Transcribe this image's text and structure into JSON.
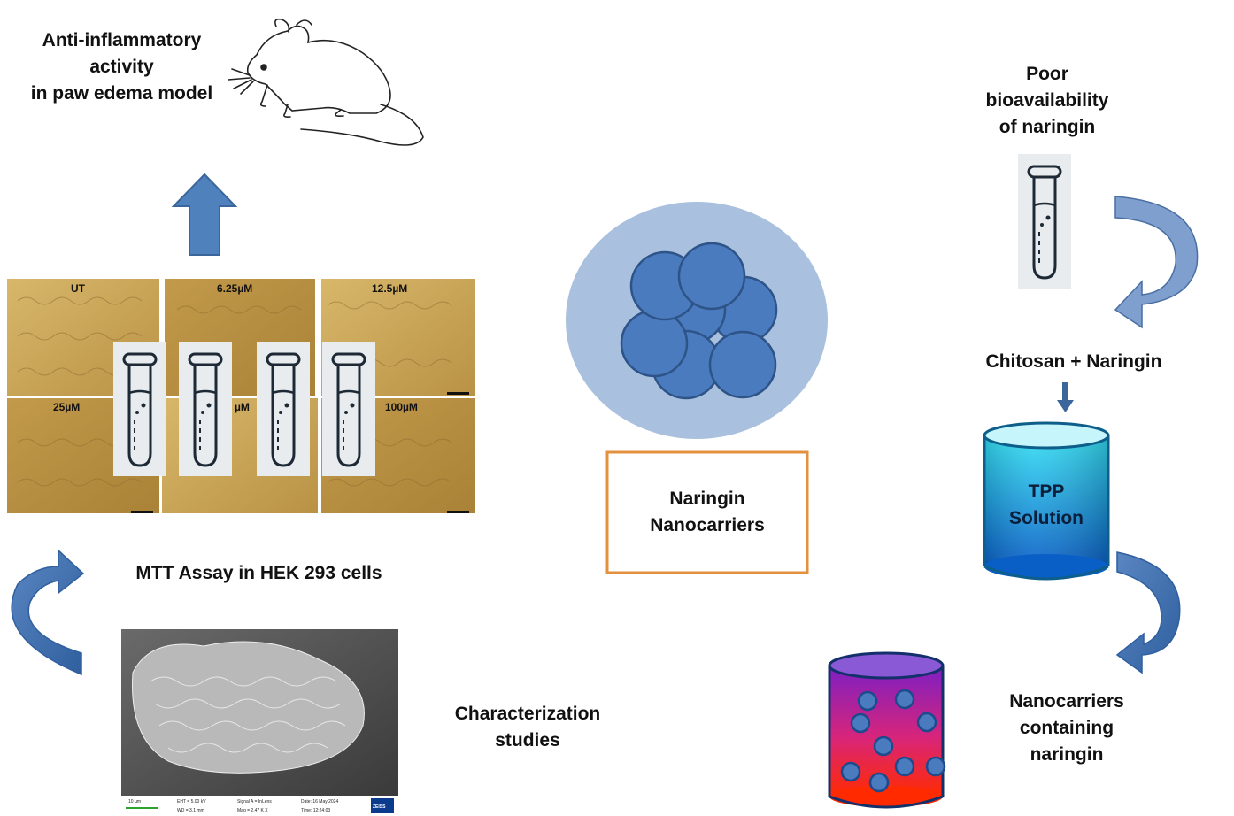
{
  "labels": {
    "anti_inflammatory": [
      "Anti-inflammatory",
      "activity",
      "in paw edema model"
    ],
    "poor_bioavailability": [
      "Poor",
      "bioavailability",
      "of naringin"
    ],
    "chitosan_naringin": "Chitosan + Naringin",
    "tpp_solution": [
      "TPP",
      "Solution"
    ],
    "nanocarriers_containing": [
      "Nanocarriers",
      "containing",
      "naringin"
    ],
    "naringin_nanocarriers": [
      "Naringin",
      "Nanocarriers"
    ],
    "mtt_assay": "MTT Assay in HEK 293 cells",
    "characterization": [
      "Characterization",
      "studies"
    ]
  },
  "cell_panels": [
    "UT",
    "6.25µM",
    "12.5µM",
    "25µM",
    "µM",
    "100µM"
  ],
  "sem_info": {
    "scale": "10 µm",
    "eht": "EHT = 5.00 kV",
    "wd": "WD = 3.1 mm",
    "signal": "Signal A = InLens",
    "mag": "Mag = 2.47 K X",
    "date": "Date: 16 May 2024",
    "time": "Time: 12:24:03",
    "brand": "ZEISS"
  },
  "colors": {
    "arrow_blue": "#4a7ab8",
    "particle_blue": "#4a7bbf",
    "circle_bg": "#a9c0de",
    "box_border": "#e3913e",
    "cell_gold": "#c9a55a"
  }
}
